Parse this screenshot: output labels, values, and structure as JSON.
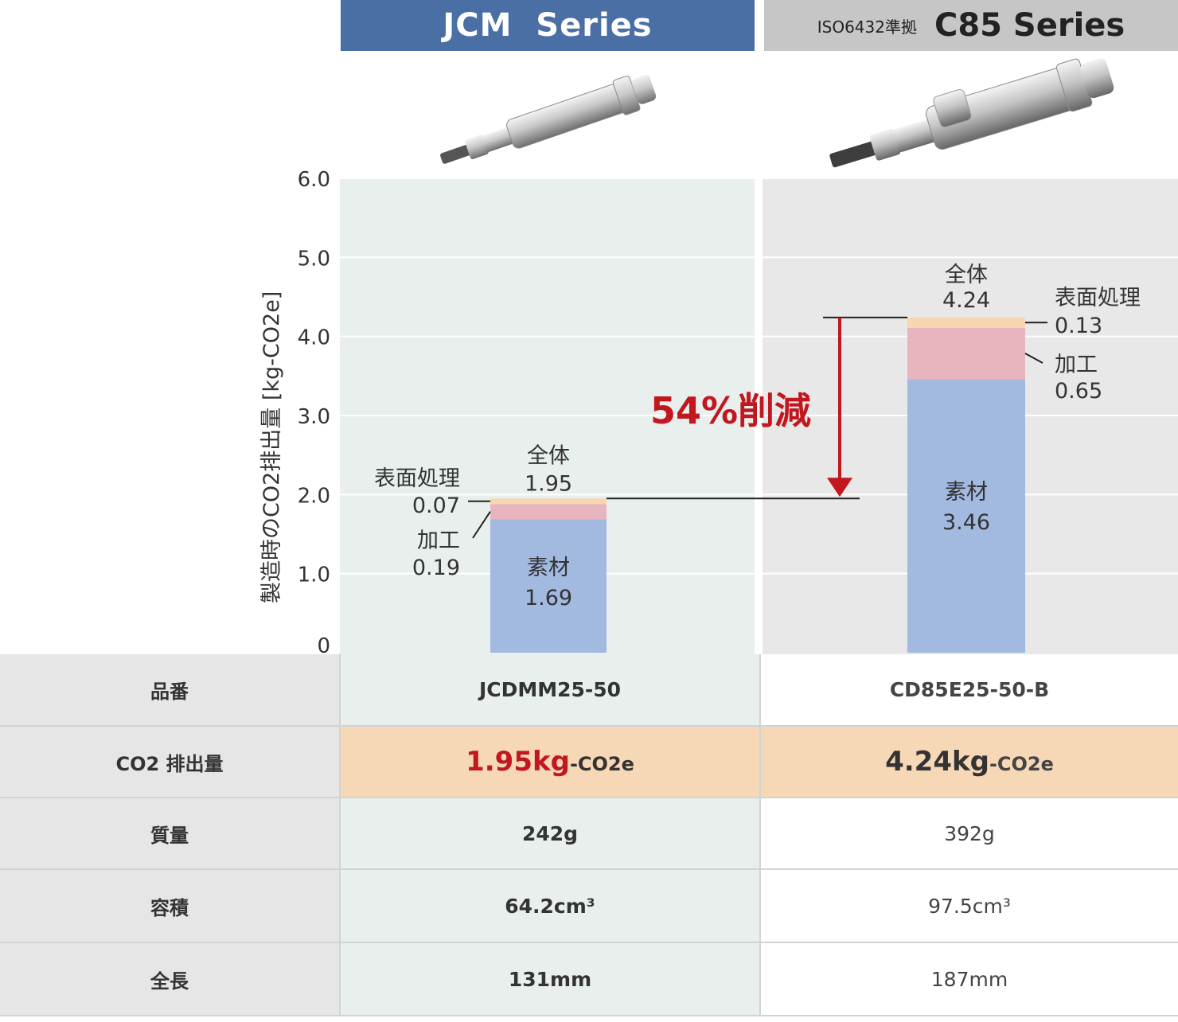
{
  "headers": {
    "jcm": "JCM  Series",
    "c85_prefix": "ISO6432準拠",
    "c85": "C85 Series"
  },
  "reduction_label": "54%削減",
  "chart_data": {
    "type": "bar",
    "stacked": true,
    "ylabel": "製造時のCO2排出量 [kg-CO2e]",
    "ylim": [
      0,
      6
    ],
    "yticks": [
      "0",
      "1.0",
      "2.0",
      "3.0",
      "4.0",
      "5.0",
      "6.0"
    ],
    "categories": [
      "JCDMM25-50",
      "CD85E25-50-B"
    ],
    "series": [
      {
        "name": "素材",
        "values": [
          1.69,
          3.46
        ],
        "color": "#a2b9e0"
      },
      {
        "name": "加工",
        "values": [
          0.19,
          0.65
        ],
        "color": "#e8b4be"
      },
      {
        "name": "表面処理",
        "values": [
          0.07,
          0.13
        ],
        "color": "#f6d7b2"
      }
    ],
    "totals_label": "全体",
    "totals": [
      "1.95",
      "4.24"
    ],
    "value_labels": {
      "jcm": {
        "material": "1.69",
        "processing": "0.19",
        "surface": "0.07"
      },
      "c85": {
        "material": "3.46",
        "processing": "0.65",
        "surface": "0.13"
      }
    },
    "grid": true,
    "background_colors": {
      "jcm": "#e8efed",
      "c85": "#e8e8e8"
    }
  },
  "table": {
    "rows": [
      {
        "label": "品番",
        "jcm": "JCDMM25-50",
        "c85": "CD85E25-50-B"
      },
      {
        "label": "CO2 排出量",
        "jcm_value": "1.95kg",
        "c85_value": "4.24kg",
        "unit": "-CO2e"
      },
      {
        "label": "質量",
        "jcm": "242g",
        "c85": "392g"
      },
      {
        "label": "容積",
        "jcm": "64.2cm³",
        "c85": "97.5cm³"
      },
      {
        "label": "全長",
        "jcm": "131mm",
        "c85": "187mm"
      }
    ]
  },
  "colors": {
    "accent_red": "#c1171f",
    "jcm_header": "#4a6fa5",
    "c85_header": "#c6c6c6"
  }
}
